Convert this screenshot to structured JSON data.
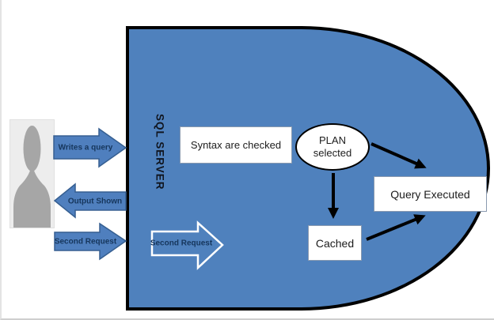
{
  "diagram": {
    "title_implied": "SQL Server query flow",
    "server_label": "SQL SERVER",
    "actor": {
      "description": "user silhouette"
    },
    "flow_arrows": [
      {
        "id": "writes-query",
        "label": "Writes a query",
        "direction": "right"
      },
      {
        "id": "output-shown",
        "label": "Output Shown",
        "direction": "left"
      },
      {
        "id": "second-request",
        "label": "Second Request",
        "direction": "right"
      }
    ],
    "inner_arrow": {
      "label": "Second Request",
      "direction": "right"
    },
    "nodes": [
      {
        "id": "syntax",
        "label": "Syntax are checked",
        "shape": "rect"
      },
      {
        "id": "plan",
        "label": "PLAN\nselected",
        "shape": "ellipse"
      },
      {
        "id": "query-executed",
        "label": "Query Executed",
        "shape": "rect"
      },
      {
        "id": "cached",
        "label": "Cached",
        "shape": "rect"
      }
    ],
    "edges": [
      {
        "from": "plan",
        "to": "query-executed"
      },
      {
        "from": "plan",
        "to": "cached"
      },
      {
        "from": "cached",
        "to": "query-executed"
      }
    ],
    "colors": {
      "server_fill": "#4f81bd",
      "blue_arrow_fill": "#4f7fbe",
      "blue_arrow_border": "#365f91",
      "shape_outline": "#000000",
      "arrow_text": "#16365c",
      "node_border": "#8a9ab0",
      "silhouette": "#a6a6a6",
      "silhouette_bg": "#ededed"
    }
  }
}
